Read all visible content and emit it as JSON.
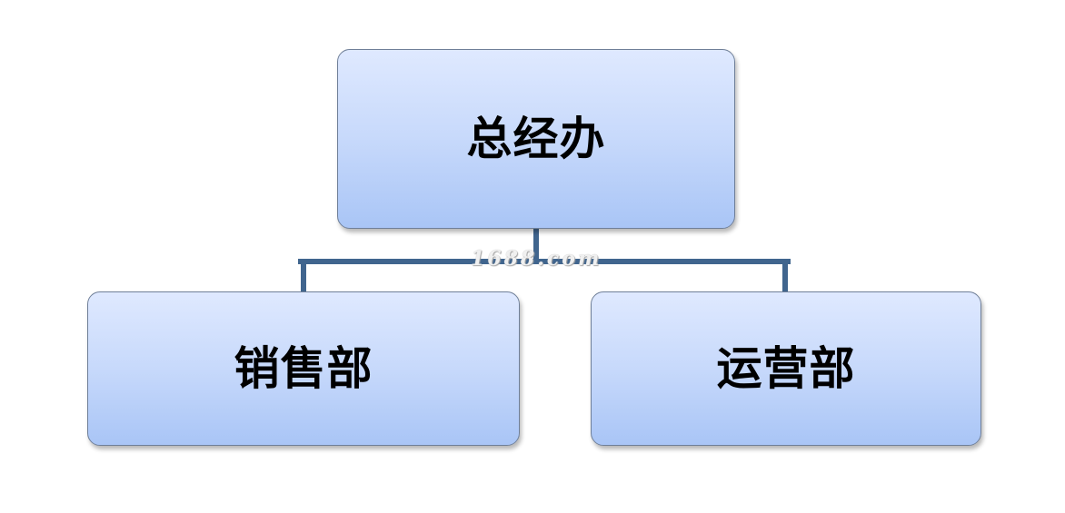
{
  "org_chart": {
    "root": {
      "label": "总经办"
    },
    "children": [
      {
        "label": "销售部"
      },
      {
        "label": "运营部"
      }
    ]
  },
  "watermark": {
    "text": "1688.com"
  },
  "colors": {
    "connector": "#40658e",
    "box_top": "#dfe9ff",
    "box_bottom": "#a9c5f6",
    "box_border": "#6f7f98"
  }
}
